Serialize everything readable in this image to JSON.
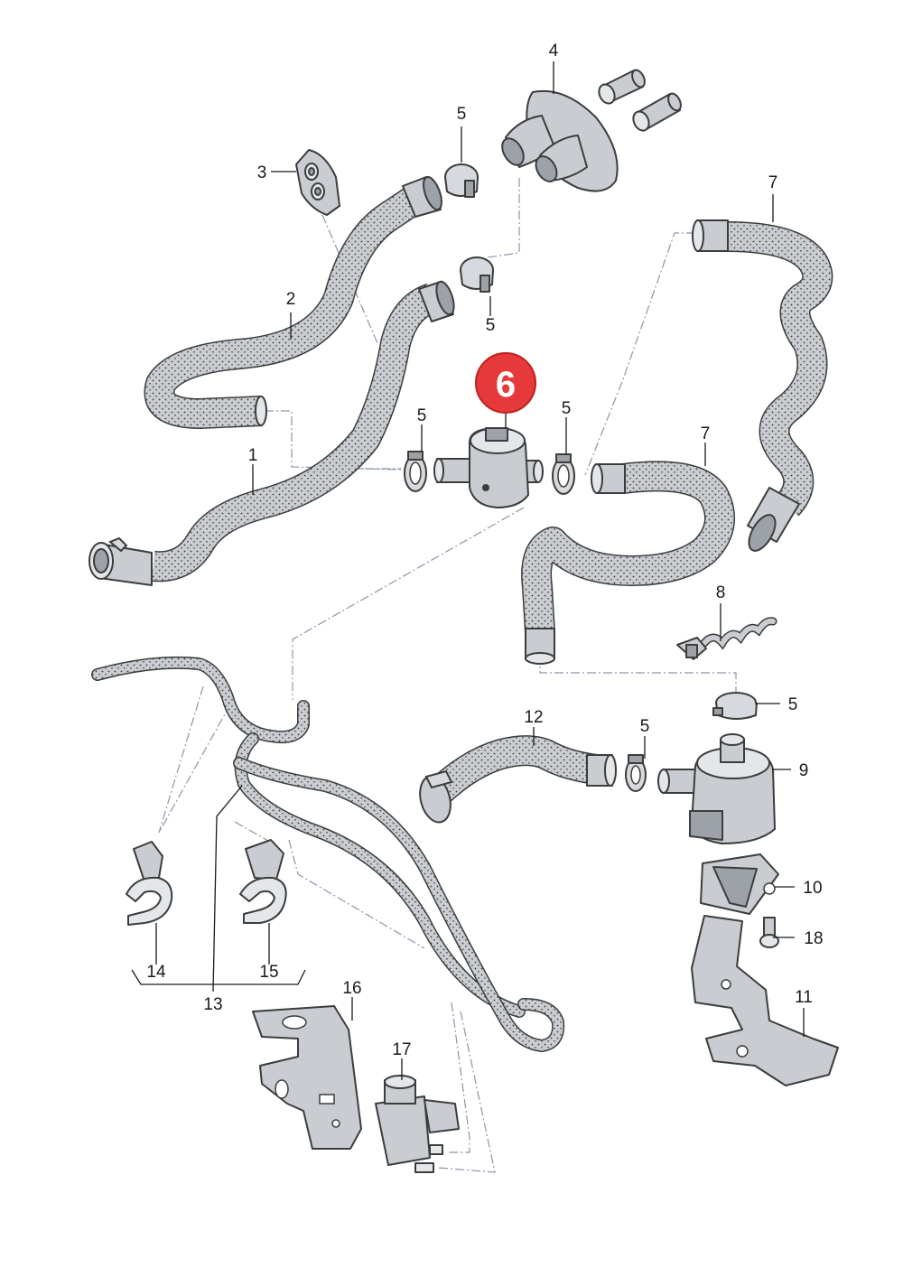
{
  "colors": {
    "hose_fill": "#c9ccd0",
    "outline": "#3c3c3c",
    "callout_badge": "#e63a3a",
    "reference_line": "#8a97a8"
  },
  "highlighted_part": "6",
  "labels": {
    "p1": "1",
    "p2": "2",
    "p3": "3",
    "p4": "4",
    "p5a": "5",
    "p5b": "5",
    "p5c": "5",
    "p5d": "5",
    "p5e": "5",
    "p5f": "5",
    "p6": "6",
    "p7a": "7",
    "p7b": "7",
    "p8": "8",
    "p9": "9",
    "p10": "10",
    "p11": "11",
    "p12": "12",
    "p13": "13",
    "p14": "14",
    "p15": "15",
    "p16": "16",
    "p17": "17",
    "p18": "18"
  }
}
